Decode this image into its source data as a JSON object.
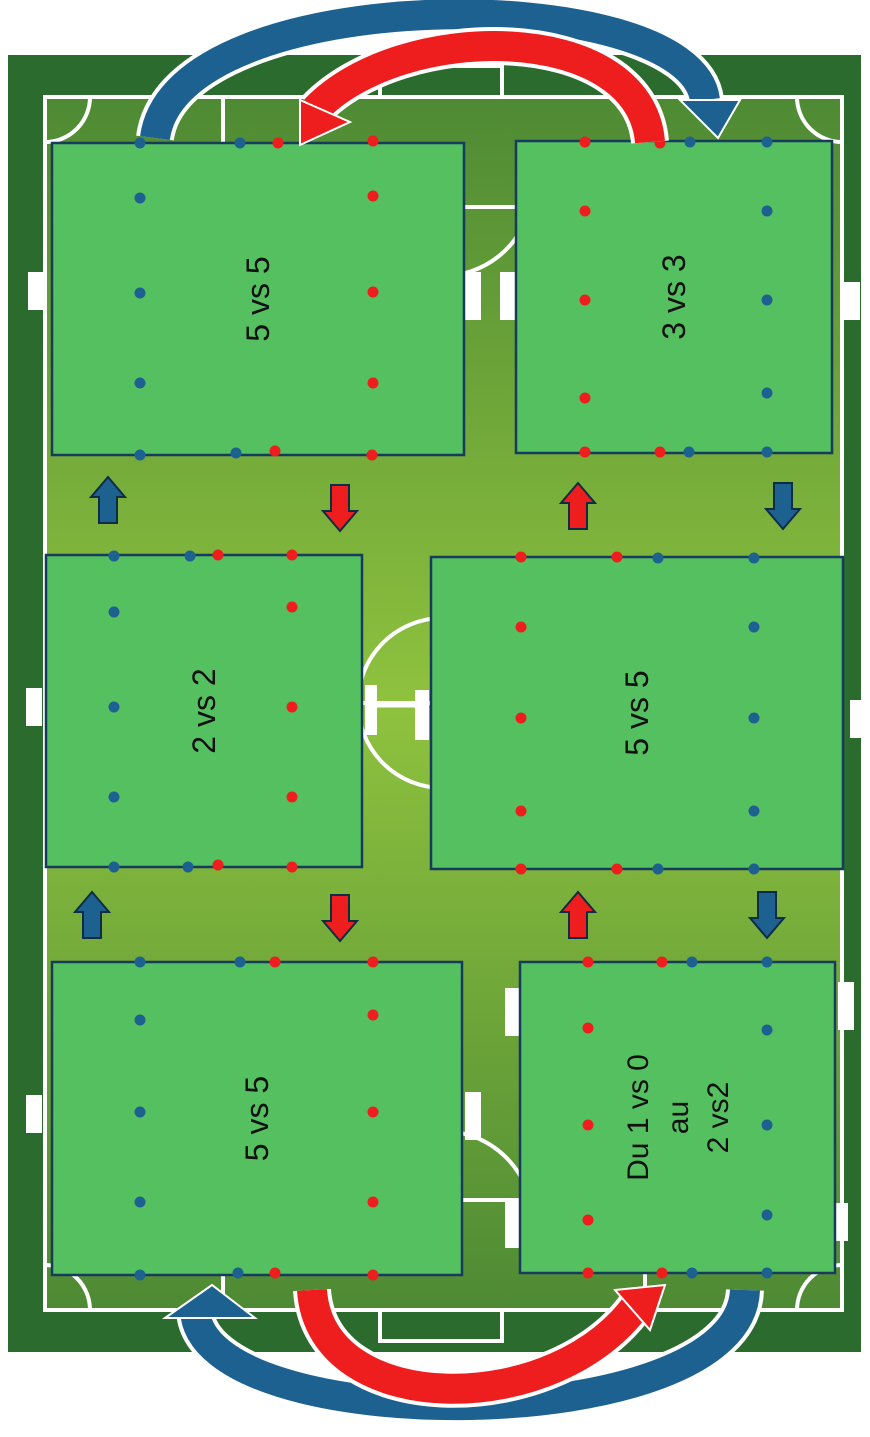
{
  "zones": [
    {
      "id": "top-left",
      "label_lines": [
        "5 vs 5"
      ]
    },
    {
      "id": "top-right",
      "label_lines": [
        "3 vs 3"
      ]
    },
    {
      "id": "mid-left",
      "label_lines": [
        "2 vs 2"
      ]
    },
    {
      "id": "mid-right",
      "label_lines": [
        "5 vs 5"
      ]
    },
    {
      "id": "bottom-left",
      "label_lines": [
        "5 vs 5"
      ]
    },
    {
      "id": "bottom-right",
      "label_lines": [
        "Du 1 vs 0",
        "au",
        "2 vs2"
      ]
    }
  ],
  "colors": {
    "pitch_outer": "#2c6b2e",
    "pitch_inner": "#7fb23c",
    "zone_fill": "#55c060",
    "zone_border": "#173b5c",
    "blue_team": "#1d6191",
    "red_team": "#ee1e1e",
    "line": "#ffffff"
  },
  "rotation_arrows": {
    "between_zones": [
      "up-blue",
      "down-red",
      "up-red",
      "down-blue",
      "up-blue",
      "down-red",
      "up-red",
      "down-blue"
    ],
    "curved": [
      "top-blue",
      "top-red",
      "bottom-blue",
      "bottom-red"
    ]
  }
}
